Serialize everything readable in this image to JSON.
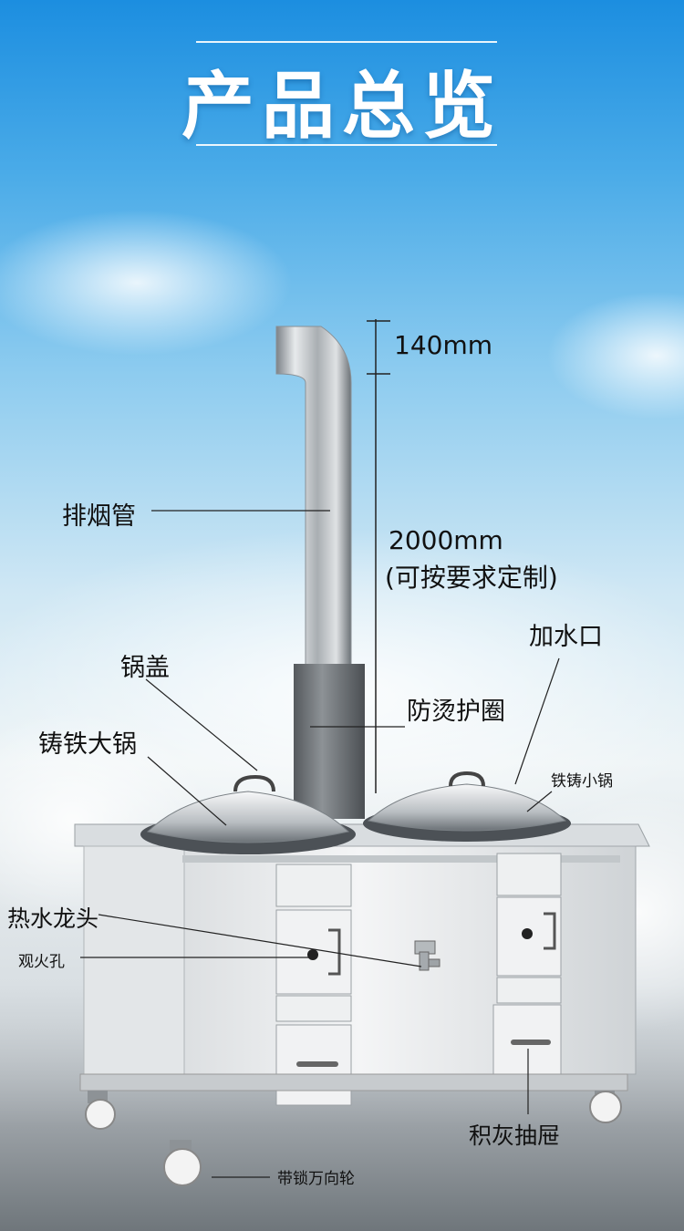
{
  "title": "产品总览",
  "dimensions": {
    "top_height": "140mm",
    "total_height": "2000mm",
    "note": "(可按要求定制)"
  },
  "labels": {
    "chimney": "排烟管",
    "pot_lid": "锅盖",
    "cast_iron_big_pot": "铸铁大锅",
    "anti_scald_ring": "防烫护圈",
    "water_inlet": "加水口",
    "cast_iron_small_pot": "铁铸小锅",
    "hot_water_tap": "热水龙头",
    "fire_viewing_hole": "观火孔",
    "ash_drawer": "积灰抽屉",
    "locking_casters": "带锁万向轮"
  }
}
